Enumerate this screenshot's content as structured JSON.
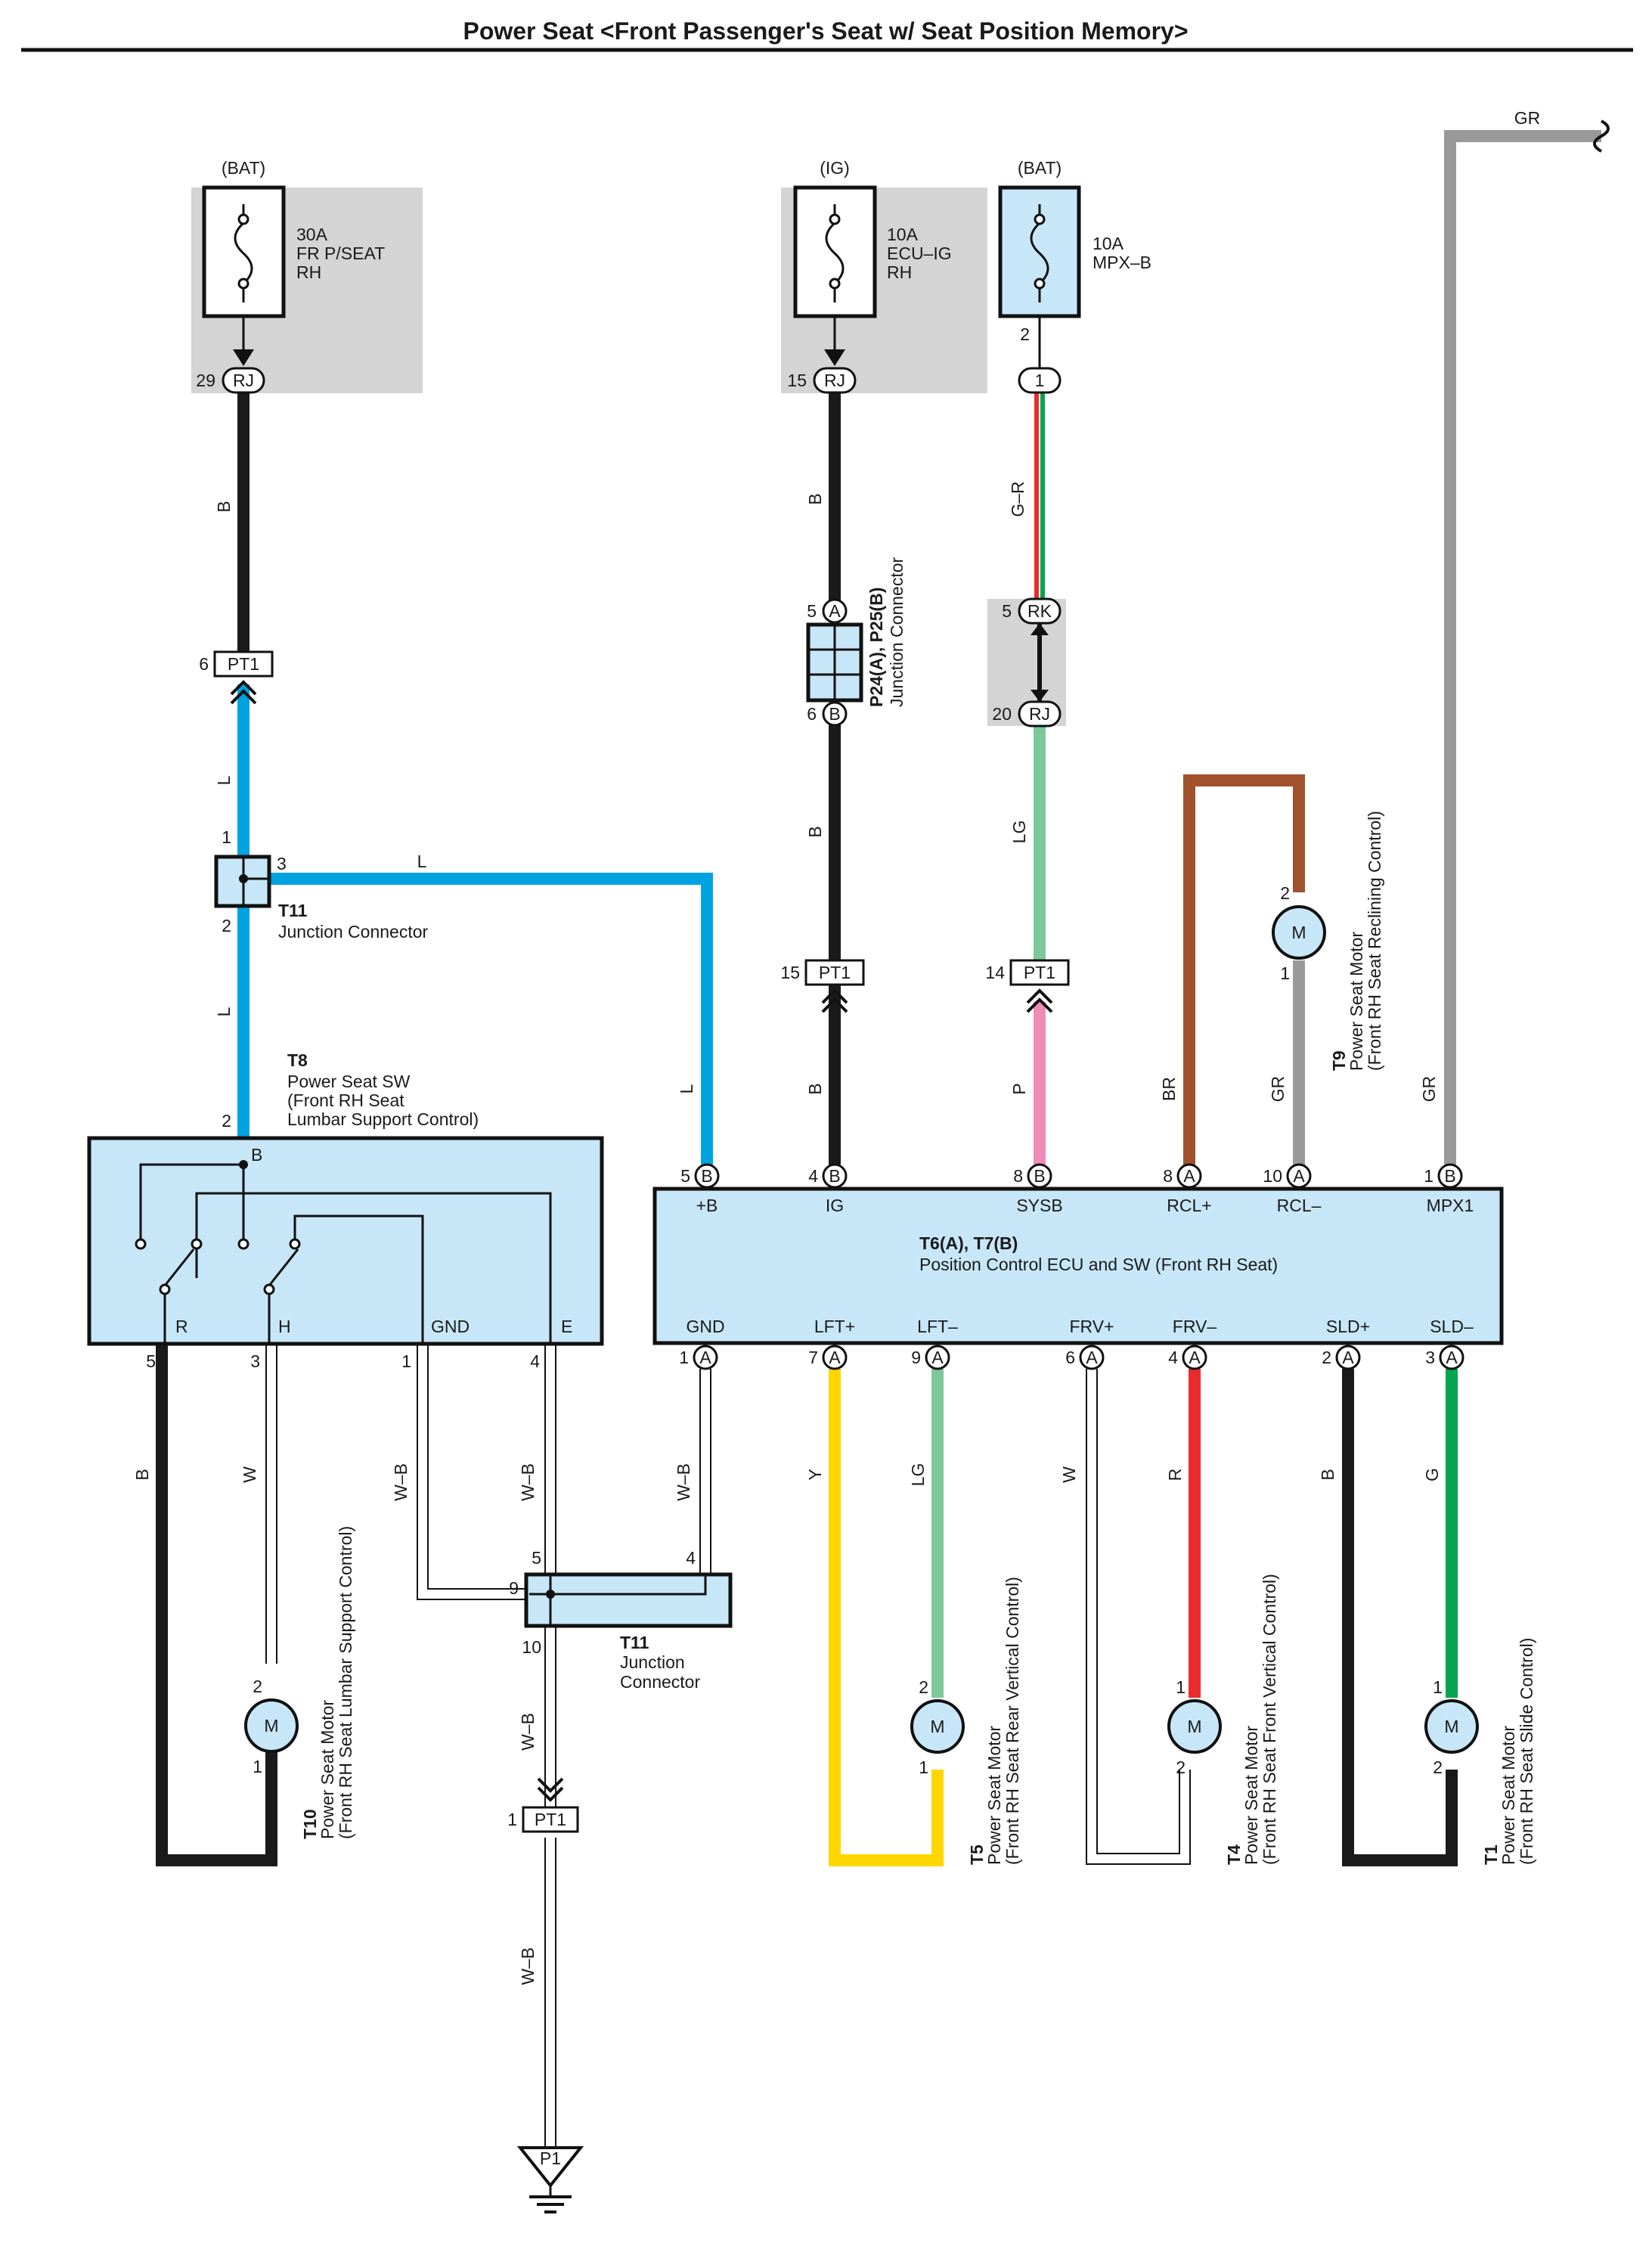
{
  "title": "Power Seat <Front Passenger's Seat w/ Seat Position Memory>",
  "colors": {
    "B": "#1a1a1a",
    "L": "#00a3e0",
    "LG": "#7cc89a",
    "P": "#ee8cb8",
    "BR": "#a0522d",
    "GR": "#999999",
    "Y": "#ffd600",
    "R": "#e82c2c",
    "G": "#00a650",
    "W": "#ffffff",
    "W-B": "#ffffff",
    "box": "#c7e7f8",
    "shade": "#d4d4d4"
  },
  "sources": {
    "bat1": "(BAT)",
    "ig": "(IG)",
    "bat2": "(BAT)"
  },
  "fuses": {
    "f1": [
      "30A",
      "FR P/SEAT",
      "RH"
    ],
    "f2": [
      "10A",
      "ECU–IG",
      "RH"
    ],
    "f3": [
      "10A",
      "MPX–B"
    ]
  },
  "connectors": {
    "RJ": "RJ",
    "RK": "RK",
    "PT1": "PT1",
    "P1": "P1",
    "one": "1",
    "A": "A",
    "B": "B"
  },
  "pins": {
    "p29": "29",
    "p15": "15",
    "p2": "2",
    "p6": "6",
    "p5": "5",
    "p20": "20",
    "p1": "1",
    "p3": "3",
    "p14": "14",
    "p4": "4",
    "p8": "8",
    "p10": "10",
    "p9": "9",
    "p7": "7"
  },
  "wire_labels": {
    "B": "B",
    "L": "L",
    "GR": "GR",
    "G-R": "G–R",
    "LG": "LG",
    "P": "P",
    "BR": "BR",
    "W": "W",
    "W-B": "W–B",
    "Y": "Y",
    "R": "R",
    "G": "G"
  },
  "components": {
    "P24": {
      "id": "P24(A), P25(B)",
      "name": "Junction Connector"
    },
    "T11a": {
      "id": "T11",
      "name": "Junction Connector"
    },
    "T11b": {
      "id": "T11",
      "name1": "Junction",
      "name2": "Connector"
    },
    "T8": {
      "id": "T8",
      "name1": "Power Seat SW",
      "name2": "(Front RH Seat",
      "name3": " Lumbar Support Control)"
    },
    "T6": {
      "id": "T6(A), T7(B)",
      "name": "Position Control ECU and SW (Front RH Seat)"
    },
    "T9": {
      "id": "T9",
      "name1": "Power Seat Motor",
      "name2": "(Front RH Seat Reclining Control)"
    },
    "T10": {
      "id": "T10",
      "name1": "Power Seat Motor",
      "name2": "(Front RH Seat Lumbar Support Control)"
    },
    "T5": {
      "id": "T5",
      "name1": "Power Seat Motor",
      "name2": "(Front RH Seat Rear Vertical Control)"
    },
    "T4": {
      "id": "T4",
      "name1": "Power Seat Motor",
      "name2": "(Front RH Seat Front Vertical Control)"
    },
    "T1": {
      "id": "T1",
      "name1": "Power Seat Motor",
      "name2": "(Front RH Seat Slide Control)"
    }
  },
  "ecu_terminals_top": [
    "+B",
    "IG",
    "SYSB",
    "RCL+",
    "RCL–",
    "MPX1"
  ],
  "ecu_terminals_bottom": [
    "GND",
    "LFT+",
    "LFT–",
    "FRV+",
    "FRV–",
    "SLD+",
    "SLD–"
  ],
  "sw_terminals": [
    "R",
    "H",
    "GND",
    "E"
  ],
  "motor_symbol": "M"
}
